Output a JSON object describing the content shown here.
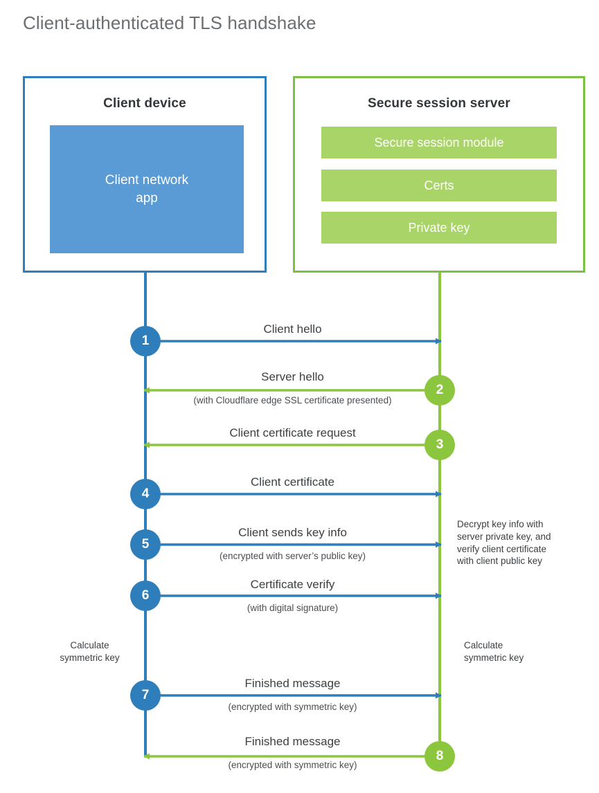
{
  "title": "Client-authenticated TLS handshake",
  "colors": {
    "client_border": "#2e7ebb",
    "client_fill": "#5b9bd5",
    "server_border": "#7ac143",
    "server_fill": "#a9d468",
    "step_blue": "#2e7ebb",
    "step_green": "#8cc63e",
    "text": "#3c4043",
    "title_text": "#6b6f73"
  },
  "client": {
    "title": "Client device",
    "app_label": "Client network\napp"
  },
  "server": {
    "title": "Secure session server",
    "bars": [
      {
        "label": "Secure session module"
      },
      {
        "label": "Certs"
      },
      {
        "label": "Private key"
      }
    ]
  },
  "steps": [
    {
      "number": "1",
      "direction": "right",
      "side": "client",
      "color": "blue",
      "label": "Client hello",
      "sub": ""
    },
    {
      "number": "2",
      "direction": "left",
      "side": "server",
      "color": "green",
      "label": "Server hello",
      "sub": "(with Cloudflare edge SSL certificate presented)"
    },
    {
      "number": "3",
      "direction": "left",
      "side": "server",
      "color": "green",
      "label": "Client certificate request",
      "sub": ""
    },
    {
      "number": "4",
      "direction": "right",
      "side": "client",
      "color": "blue",
      "label": "Client certificate",
      "sub": ""
    },
    {
      "number": "5",
      "direction": "right",
      "side": "client",
      "color": "blue",
      "label": "Client sends key info",
      "sub": "(encrypted with server’s public key)"
    },
    {
      "number": "6",
      "direction": "right",
      "side": "client",
      "color": "blue",
      "label": "Certificate verify",
      "sub": "(with digital signature)"
    },
    {
      "number": "7",
      "direction": "right",
      "side": "client",
      "color": "blue",
      "label": "Finished message",
      "sub": "(encrypted with symmetric key)"
    },
    {
      "number": "8",
      "direction": "left",
      "side": "server",
      "color": "green",
      "label": "Finished message",
      "sub": "(encrypted with symmetric key)"
    }
  ],
  "notes": {
    "server_decrypt": "Decrypt key info with\nserver private key, and\nverify client certificate\nwith client public key",
    "client_calc": "Calculate\nsymmetric key",
    "server_calc": "Calculate\nsymmetric key"
  }
}
